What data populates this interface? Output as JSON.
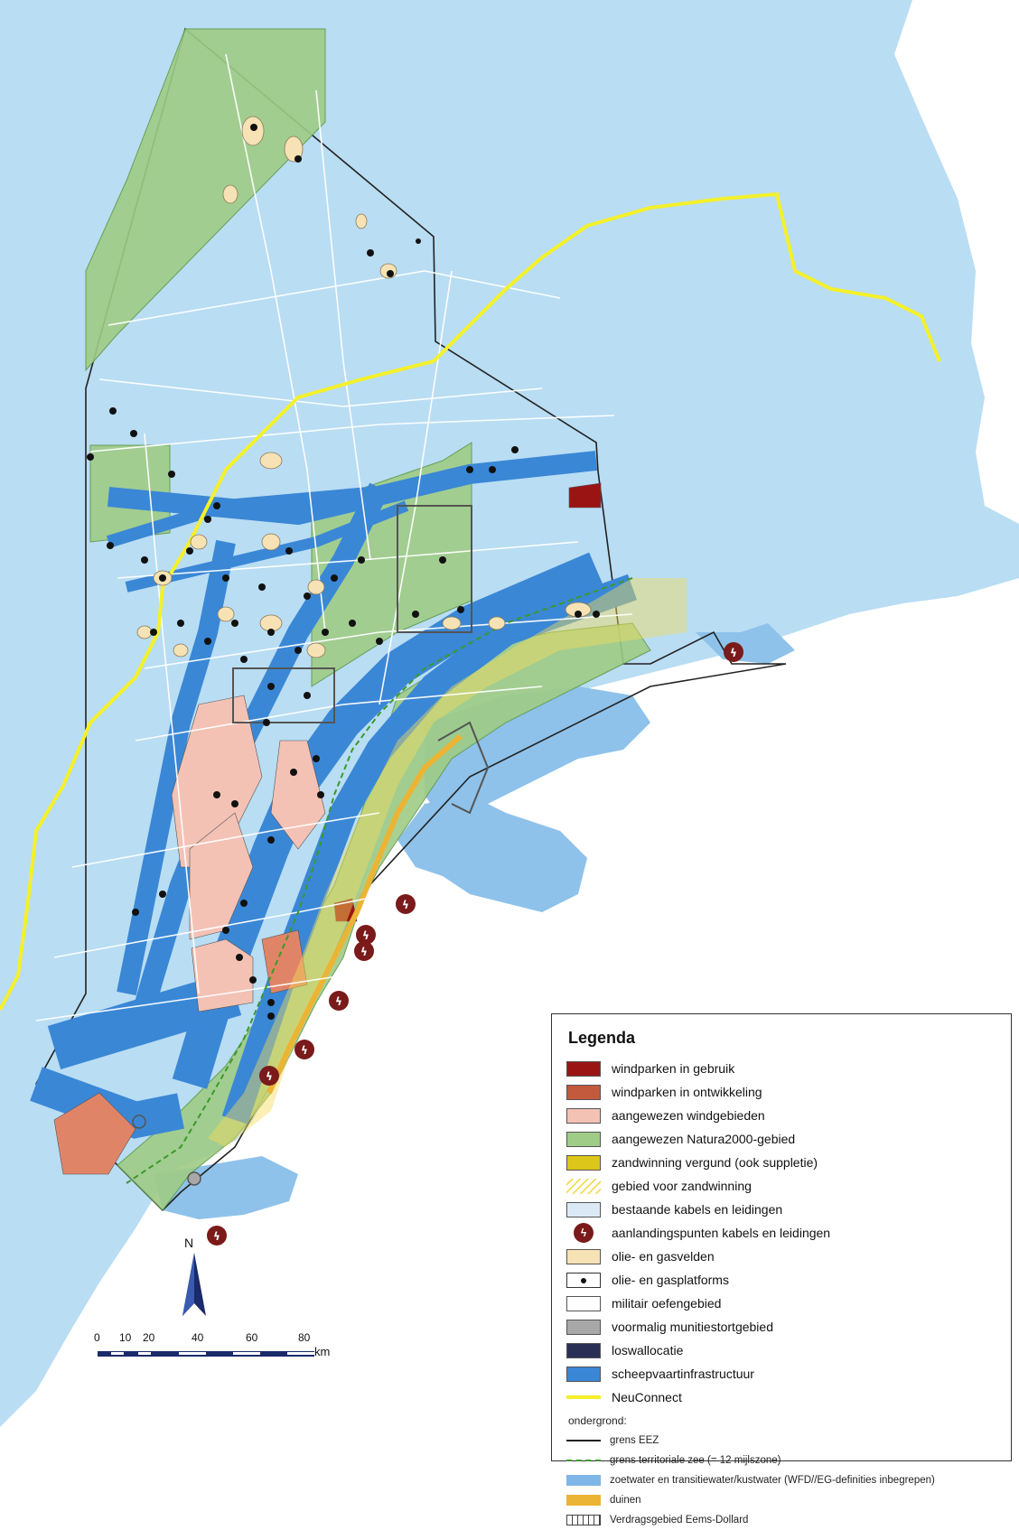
{
  "legend": {
    "title": "Legenda",
    "items": [
      {
        "label": "windparken in gebruik",
        "color": "#9b1414",
        "icon": "swatch"
      },
      {
        "label": "windparken in ontwikkeling",
        "color": "#c45a3d",
        "icon": "swatch"
      },
      {
        "label": "aangewezen windgebieden",
        "color": "#f3c2b5",
        "icon": "swatch"
      },
      {
        "label": "aangewezen Natura2000-gebied",
        "color": "#9fcc86",
        "icon": "swatch"
      },
      {
        "label": "zandwinning vergund (ook suppletie)",
        "color": "#dcc619",
        "icon": "swatch"
      },
      {
        "label": "gebied voor zandwinning",
        "color": "#f3dc5a",
        "icon": "hatch"
      },
      {
        "label": "bestaande kabels en leidingen",
        "color": "#dbe9f6",
        "icon": "swatch"
      },
      {
        "label": "aanlandingspunten kabels en leidingen",
        "color": "#7a1a1a",
        "icon": "landing-point-icon"
      },
      {
        "label": "olie- en gasvelden",
        "color": "#f6e2b4",
        "icon": "swatch"
      },
      {
        "label": "olie- en gasplatforms",
        "color": "#111111",
        "icon": "platform-dot-icon"
      },
      {
        "label": "militair oefengebied",
        "color": "#ffffff",
        "icon": "outline"
      },
      {
        "label": "voormalig munitiestortgebied",
        "color": "#a8a8a8",
        "icon": "swatch"
      },
      {
        "label": "loswallocatie",
        "color": "#2a2f55",
        "icon": "swatch"
      },
      {
        "label": "scheepvaartinfrastructuur",
        "color": "#3a87d6",
        "icon": "swatch"
      },
      {
        "label": "NeuConnect",
        "color": "#f4f02a",
        "icon": "line"
      }
    ],
    "subheader": "ondergrond:",
    "subitems": [
      {
        "label": "grens EEZ"
      },
      {
        "label": "grens territoriale zee (= 12 mijlszone)"
      },
      {
        "label": "zoetwater en transitiewater/kustwater (WFD//EG-definities inbegrepen)"
      },
      {
        "label": "duinen"
      },
      {
        "label": "Verdragsgebied Eems-Dollard"
      }
    ]
  },
  "north_arrow": {
    "label": "N"
  },
  "scale": {
    "ticks": [
      "0",
      "10",
      "20",
      "40",
      "60",
      "80"
    ],
    "unit": "km"
  },
  "colors": {
    "sea": "#b9ddf3",
    "land": "#ffffff",
    "shipping": "#3a87d6",
    "natura": "#9fcc86",
    "neuconnect": "#f4f02a",
    "landing_point": "#7a1a1a"
  }
}
